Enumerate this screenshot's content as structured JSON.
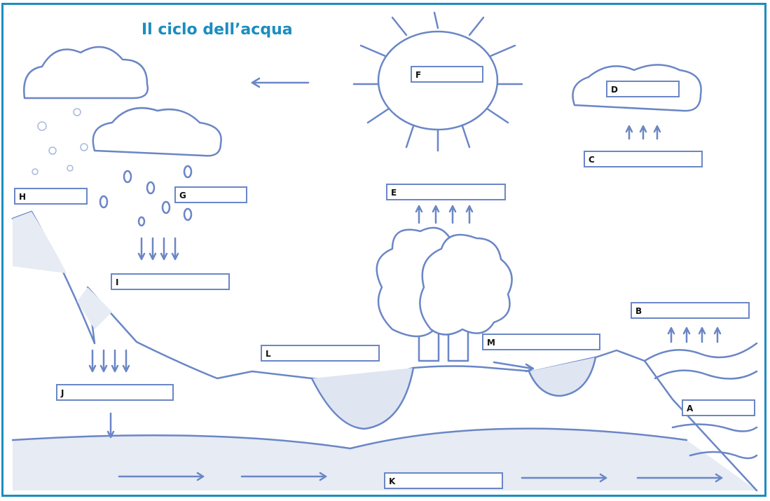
{
  "title": "Il ciclo dell’acqua",
  "labels": {
    "A": "A",
    "B": "B",
    "C": "C",
    "D": "D",
    "E": "E",
    "F": "F",
    "G": "G",
    "H": "H",
    "I": "I",
    "J": "J",
    "K": "K",
    "L": "L",
    "M": "M"
  },
  "colors": {
    "frame": "#1b8dbf",
    "line": "#6a86c6",
    "water": "#dfe6f2",
    "title": "#1b8dbf"
  }
}
